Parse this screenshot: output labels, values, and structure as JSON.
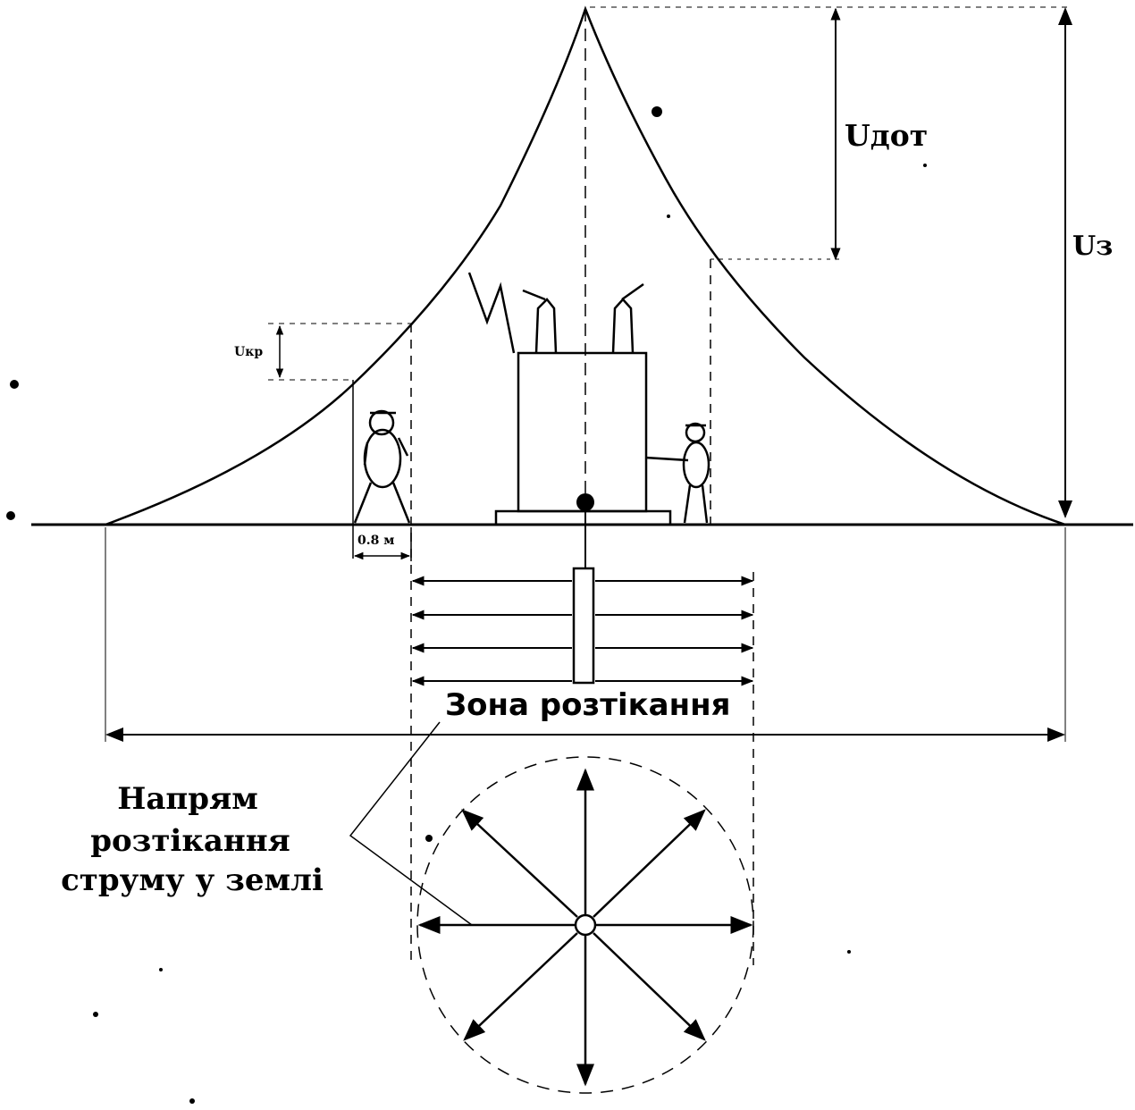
{
  "labels": {
    "u_dot": "Uдот",
    "u_z": "Uз",
    "u_kr": "Uкр",
    "step": "0.8 м",
    "zone": "Зона розтікання",
    "direction_line1": "Напрям",
    "direction_line2": "розтікання",
    "direction_line3": "струму у землі"
  },
  "icons": {
    "transformer": "transformer-icon",
    "person_left": "person-walking-icon",
    "person_right": "person-touching-icon",
    "ground_electrode": "ground-electrode-icon"
  },
  "colors": {
    "ink": "#000000",
    "paper": "#ffffff"
  }
}
